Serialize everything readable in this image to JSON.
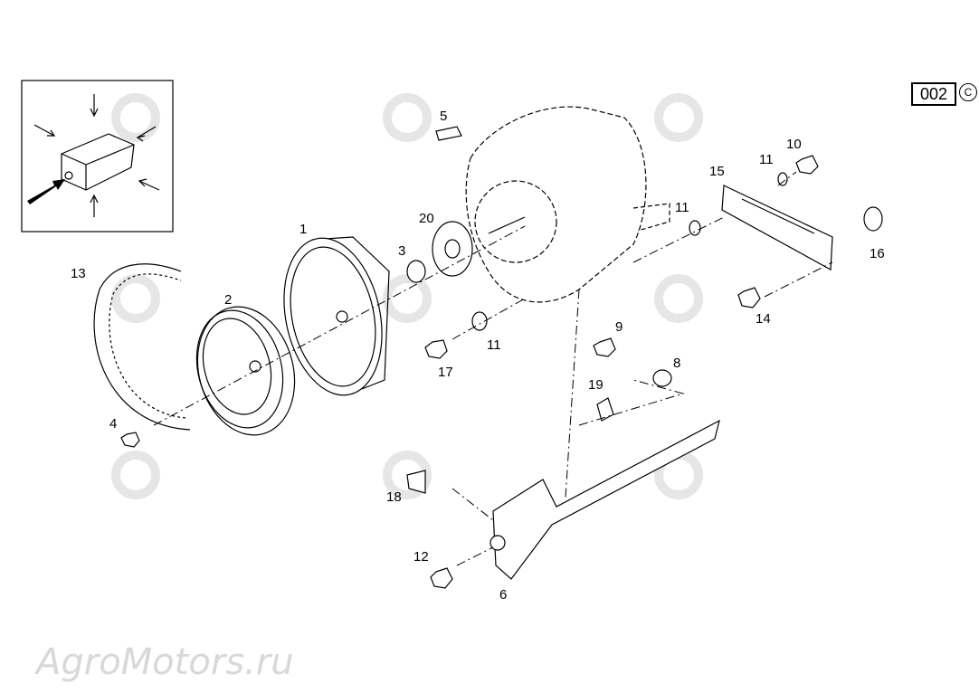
{
  "diagram": {
    "watermark": "AgroMotors.ru",
    "page_code": "002",
    "copyright_symbol": "C",
    "callouts": [
      "1",
      "2",
      "3",
      "4",
      "5",
      "6",
      "8",
      "9",
      "10",
      "11",
      "11",
      "11",
      "12",
      "13",
      "14",
      "15",
      "16",
      "17",
      "18",
      "19",
      "20"
    ]
  }
}
